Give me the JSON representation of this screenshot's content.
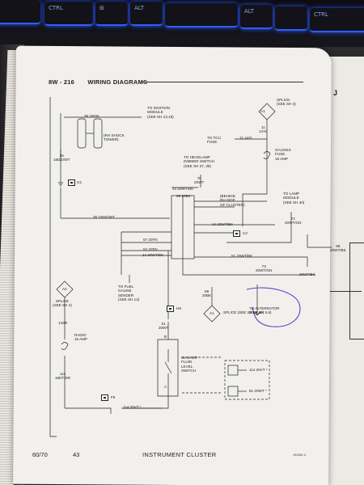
{
  "keyboard": {
    "keys": [
      "CTRL",
      "⊞",
      "ALT",
      "",
      "ALT",
      "",
      "CTRL"
    ]
  },
  "page": {
    "section": "8W - 216",
    "title": "WIRING DIAGRAMS",
    "corner_letter": "J",
    "footer_page": "60/70",
    "footer_number": "43",
    "footer_title": "INSTRUMENT CLUSTER",
    "footer_code": "J928W-3"
  },
  "labels": {
    "ignition": "TO IGNITION\nMODULE\n(SEE SH 13,18)",
    "ign_wire": "36 18GN",
    "rh_shock": "(RH SHOCK\nTOWER)",
    "wire_left": "36\n18DG/WT",
    "g1": "G1",
    "splice_top": "SPLICE\n(SEE SH 3)",
    "splice_top_num": "A1",
    "yl": "11\n14YL",
    "tcu_fuse": "TO TCU\nFUSE",
    "tcu_wire": "11 14YL",
    "gauges_fuse": "GAUGES\nFUSE\n15 AMP",
    "headlamp": "TO HEADLAMP\nDIMMER SWITCH\n(SEE SH 37, 38)",
    "wire_70": "70\n20WT",
    "wire_14_tk": "14 20WT/DK",
    "wire_69": "69 20BK",
    "behind": "(BEHIND\nRH SIDE\nOF CLUSTER)",
    "lamp_module": "TO LAMP\nMODULE\n(SEE SH 40)",
    "wire_72": "72\n20WT/GN",
    "wire_36_mid": "36 18DG/WT",
    "wire_14_yl": "14 20WT/BK",
    "c2": "C2",
    "wire_57": "57 20TN",
    "wire_52": "52 20TN",
    "wire_14_bottom": "14 20WT/DK",
    "wire_51": "51 20WT/BK",
    "wire_73": "73\n20WT/GN",
    "wire_99": "99\n20WT/BK",
    "wire_20_wt": "20WT/BK",
    "splice_a2": "SPLICE\n(SEE SH 4)",
    "splice_a2_num": "A2",
    "wire_14sr": "14SR",
    "radio_fuse": "RADIO\n15 AMP",
    "wire_114": "114\n18DT/DR",
    "fuel_gauge": "TO FUEL\nGAUGE\nSENDER\n(SEE SH 12)",
    "h6": "H6",
    "wire_51b": "51\n20WT",
    "wire_89": "89\n20BK",
    "splice_a1": "SPLICE\n(SEE SH 39,40)",
    "splice_a1_num": "A1",
    "alternator": "TO ALTERNATOR\n(SEE SH 5,6)",
    "washer": "WASHER\nFLUID\nLEVEL\nSWITCH",
    "b_label": "B",
    "a_label": "A",
    "wire_114_20": "114 20VT *",
    "wire_51_20": "51 20WT *",
    "f5": "F5",
    "wire_114_bottom": "114 20VT *"
  },
  "colors": {
    "ink": "#222222",
    "paper": "#f1f0ec",
    "annotation": "#6a3dc8",
    "keyboard_glow": "#2a55ff"
  }
}
